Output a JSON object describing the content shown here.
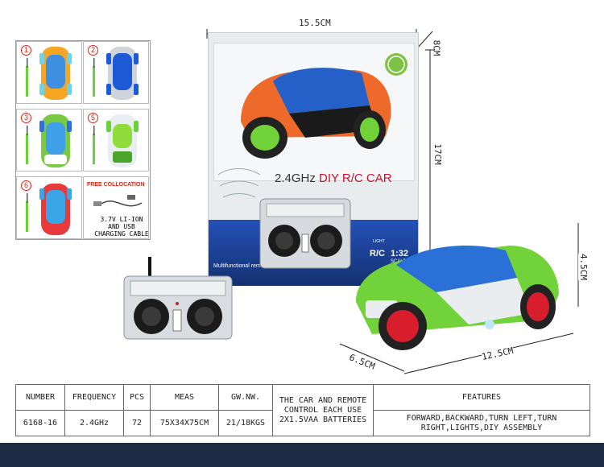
{
  "dimensions": {
    "width": "15.5CM",
    "depth": "8CM",
    "height": "17CM",
    "car_height": "4.5CM",
    "car_width": "6.5CM",
    "car_length": "12.5CM"
  },
  "variants": [
    {
      "num": "1",
      "body_color": "#f6a623",
      "glass_color": "#3e8fe0"
    },
    {
      "num": "2",
      "body_color": "#cfd3da",
      "glass_color": "#1d5bd6"
    },
    {
      "num": "3",
      "body_color": "#7bc943",
      "glass_color": "#3fa0e8"
    },
    {
      "num": "5",
      "body_color": "#e9eef3",
      "glass_color": "#8fdc3a"
    },
    {
      "num": "6",
      "body_color": "#e83a3a",
      "glass_color": "#3aa6e8"
    }
  ],
  "free_collocation": {
    "label": "FREE COLLOCATION",
    "battery_line1": "3.7V LI-ION",
    "battery_line2": "AND USB",
    "battery_line3": "CHARGING CABLE"
  },
  "package": {
    "title_main": "2.4GHz ",
    "title_highlight": "DIY R/C CAR",
    "subtitle": "Multifunctional remote Racing car",
    "rc_label": "R/C",
    "scale_value": "1:32",
    "scale_label": "SCALE",
    "light_label": "LIGHT"
  },
  "table": {
    "headers": [
      "NUMBER",
      "FREQUENCY",
      "PCS",
      "MEAS",
      "GW.NW.",
      "THE CAR AND REMOTE CONTROL EACH USE 2X1.5VAA BATTERIES",
      "FEATURES"
    ],
    "row": [
      "6168-16",
      "2.4GHz",
      "72",
      "75X34X75CM",
      "21/18KGS",
      "FORWARD,BACKWARD,TURN LEFT,TURN RIGHT,LIGHTS,DIY ASSEMBLY"
    ]
  },
  "colors": {
    "package_blue": "#1b3f9c",
    "car_orange": "#ee6a2a",
    "car_green": "#72d23a",
    "wheel_red": "#d81e2c",
    "footer": "#1f2a44"
  }
}
